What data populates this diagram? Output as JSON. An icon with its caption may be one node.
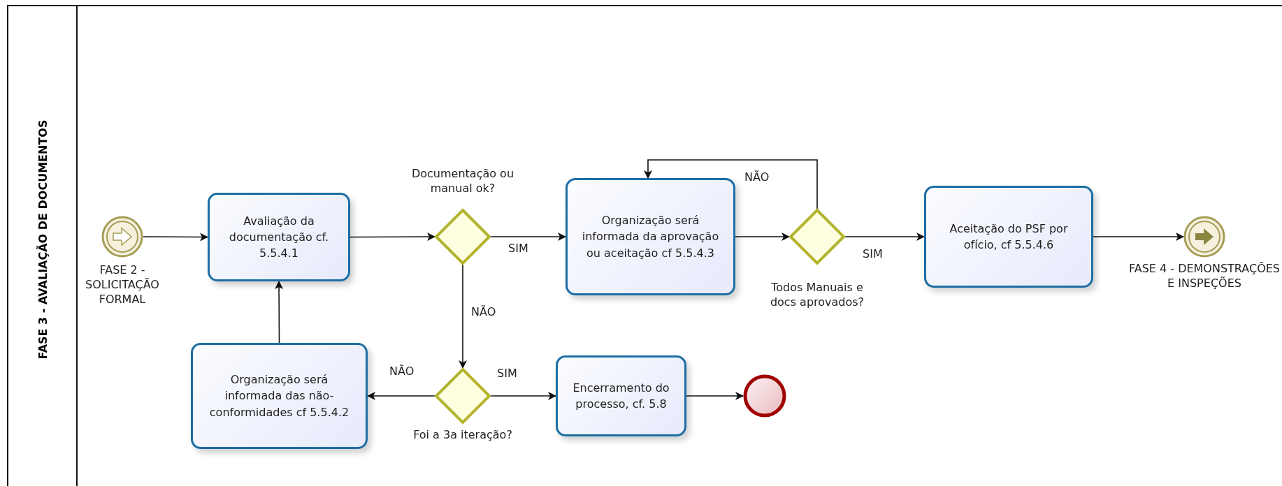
{
  "diagram": {
    "nodes": [
      {
        "text": [
          "FASE 3 - AVALIAÇÃO DE DOCUMENTOS"
        ]
      },
      {
        "text": [
          "FASE 2 - SOLICITAÇÃO FORMAL"
        ],
        "in": 0
      },
      {
        "text": [
          "Avaliação da documentação cf. 5.5.4.1"
        ],
        "in": 0
      },
      {
        "text": [
          "Documentação ou manual ok?"
        ],
        "in": 0
      },
      {
        "text": [
          "Organização será informada da aprovação ou aceitação cf 5.5.4.3"
        ],
        "in": 0
      },
      {
        "text": [
          "Todos Manuais e docs aprovados?"
        ],
        "in": 0
      },
      {
        "text": [
          "Aceitação do PSF por ofício, cf 5.5.4.6"
        ],
        "in": 0
      },
      {
        "text": [
          "FASE 4 - DEMONSTRAÇÕES E INSPEÇÕES"
        ],
        "in": 0
      },
      {
        "text": [
          "Organização será informada das não-conformidades cf 5.5.4.2"
        ],
        "in": 0
      },
      {
        "text": [
          "Foi a 3a iteração?"
        ],
        "in": 0
      },
      {
        "text": [
          "Encerramento do processo, cf. 5.8"
        ],
        "in": 0
      },
      {
        "text": [],
        "shape": "circle",
        "in": 0
      }
    ],
    "edges": [
      {
        "from": 1,
        "to": 2,
        "arrow": "to"
      },
      {
        "from": 2,
        "to": 3,
        "arrow": "to"
      },
      {
        "from": 3,
        "to": 4,
        "arrow": "to",
        "label": "SIM"
      },
      {
        "from": 3,
        "to": 9,
        "arrow": "to",
        "label": "NÃO"
      },
      {
        "from": 4,
        "to": 5,
        "arrow": "to"
      },
      {
        "from": 5,
        "to": 4,
        "arrow": "to",
        "label": "NÃO"
      },
      {
        "from": 5,
        "to": 6,
        "arrow": "to",
        "label": "SIM"
      },
      {
        "from": 6,
        "to": 7,
        "arrow": "to"
      },
      {
        "from": 9,
        "to": 10,
        "arrow": "to",
        "label": "SIM"
      },
      {
        "from": 9,
        "to": 8,
        "arrow": "to",
        "label": "NÃO"
      },
      {
        "from": 8,
        "to": 2,
        "arrow": "to"
      },
      {
        "from": 10,
        "to": 11,
        "arrow": "to"
      }
    ]
  }
}
